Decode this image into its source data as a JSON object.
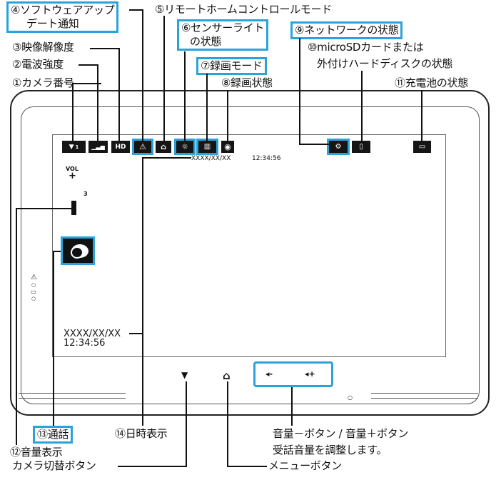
{
  "labels": {
    "l1": "①カメラ番号",
    "l2": "②電波強度",
    "l3": "③映像解像度",
    "l4a": "④ソフトウェアアップ",
    "l4b": "デート通知",
    "l5": "⑤リモートホームコントロールモード",
    "l6a": "⑥センサーライト",
    "l6b": "の状態",
    "l7": "⑦録画モード",
    "l8": "⑧録画状態",
    "l9": "⑨ネットワークの状態",
    "l10a": "⑩microSDカードまたは",
    "l10b": "外付けハードディスクの状態",
    "l11": "⑪充電池の状態",
    "l12": "⑫音量表示",
    "l13": "⑬通話",
    "l14": "⑭日時表示",
    "vol_buttons": "音量－ボタン / 音量＋ボタン",
    "vol_desc": "受話音量を調整します。",
    "camera_switch": "カメラ切替ボタン",
    "menu_button": "メニューボタン"
  },
  "screen": {
    "top_date": "XXXX/XX/XX",
    "top_time": "12:34:56",
    "bottom_date": "XXXX/XX/XX",
    "bottom_time": "12:34:56",
    "vol_label": "VOL",
    "vol_plus": "+",
    "vol_level": "3",
    "hd_badge": "HD",
    "camera_sub": "1",
    "vol_minus_btn": "◂-",
    "vol_plus_btn": "◂+"
  }
}
